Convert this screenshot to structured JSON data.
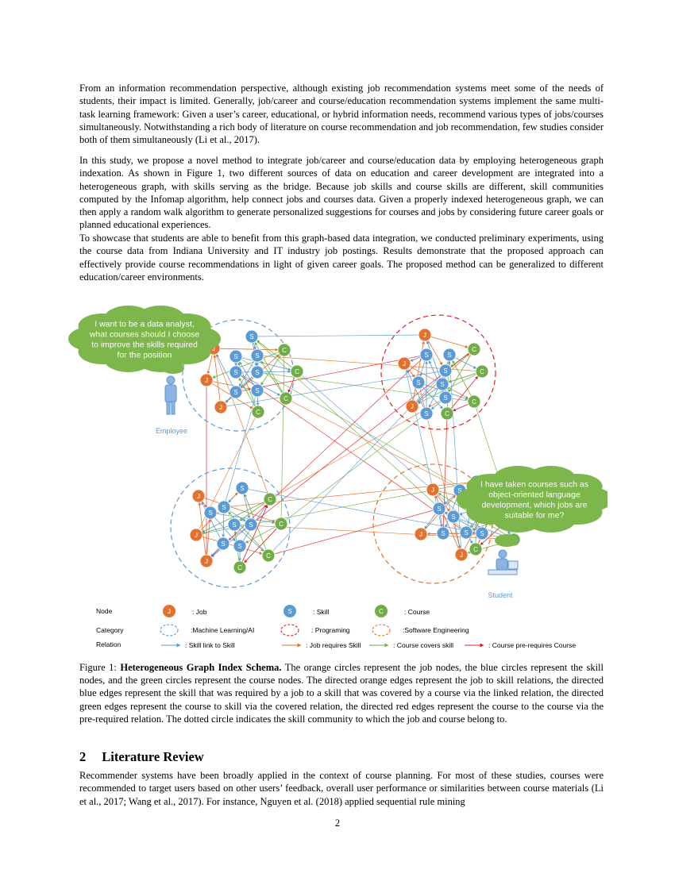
{
  "paragraphs": [
    "From an information recommendation perspective, although existing job recommendation systems meet some of the needs of students, their impact is limited. Generally, job/career and course/education recommendation systems implement the same multi-task learning framework: Given a user’s career, educational, or hybrid information needs, recommend various types of jobs/courses simultaneously. Notwithstanding a rich body of literature on course recommendation and job recommendation, few studies consider both of them simultaneously (Li et al., 2017).",
    "In this study, we propose a novel method to integrate job/career and course/education data by employing heterogeneous graph indexation. As shown in Figure 1, two different sources of data on education and career development are integrated into a heterogeneous graph, with skills serving as the bridge. Because job skills and course skills are different, skill communities computed by the Infomap algorithm, help connect jobs and courses data. Given a properly indexed heterogeneous graph, we can then apply a random walk algorithm to generate personalized suggestions for courses and jobs by considering future career goals or planned educational experiences.",
    "To showcase that students are able to benefit from this graph-based data integration, we conducted preliminary experiments, using the course data from Indiana University and IT industry job postings. Results demonstrate that the proposed approach can effectively provide course recommendations in light of given career goals. The proposed method can be generalized to different education/career environments."
  ],
  "figure": {
    "employee_bubble": [
      "I want to be a data analyst,",
      "what courses should I choose",
      "to improve the skills required",
      "for the position"
    ],
    "employee_label": "Employee",
    "student_bubble": [
      "I have taken courses such as",
      "object-oriented language",
      "development, which jobs are",
      "suitable for me?"
    ],
    "student_label": "Student",
    "node_letters": {
      "job": "J",
      "skill": "S",
      "course": "C"
    },
    "legend": {
      "node_title": "Node",
      "category_title": "Category",
      "relation_title": "Relation",
      "job": ": Job",
      "skill": ": Skill",
      "course": ": Course",
      "ml": ":Machine Learning/AI",
      "prog": ": Programing",
      "se": ":Software Engineering",
      "rel_skill": ": Skill link to Skill",
      "rel_job": ": Job requires Skill",
      "rel_course": ": Course covers skill",
      "rel_pre": ": Course pre-requires Course"
    },
    "colors": {
      "job": "#E2722E",
      "skill": "#5B9BD5",
      "course": "#70AD47",
      "prereq": "#E02020",
      "bubble": "#7DB64A"
    }
  },
  "caption": {
    "label": "Figure 1: ",
    "title": "Heterogeneous Graph Index Schema.",
    "text": " The orange circles represent the job nodes, the blue circles represent the skill nodes, and the green circles represent the course nodes. The directed orange edges represent the job to skill relations, the directed blue edges represent the skill that was required by a job to a skill that was covered by a course via the linked relation, the directed green edges represent the course to skill via the covered relation, the directed red edges represent the course to the course via the pre-required relation. The dotted circle indicates the skill community to which the job and course belong to."
  },
  "section": {
    "number": "2",
    "title": "Literature Review"
  },
  "section_paragraph": "Recommender systems have been broadly applied in the context of course planning. For most of these studies, courses were recommended to target users based on other users’ feedback, overall user performance or similarities between course materials (Li et al., 2017; Wang et al., 2017). For instance, Nguyen et al. (2018) applied sequential rule mining",
  "page_number": "2"
}
